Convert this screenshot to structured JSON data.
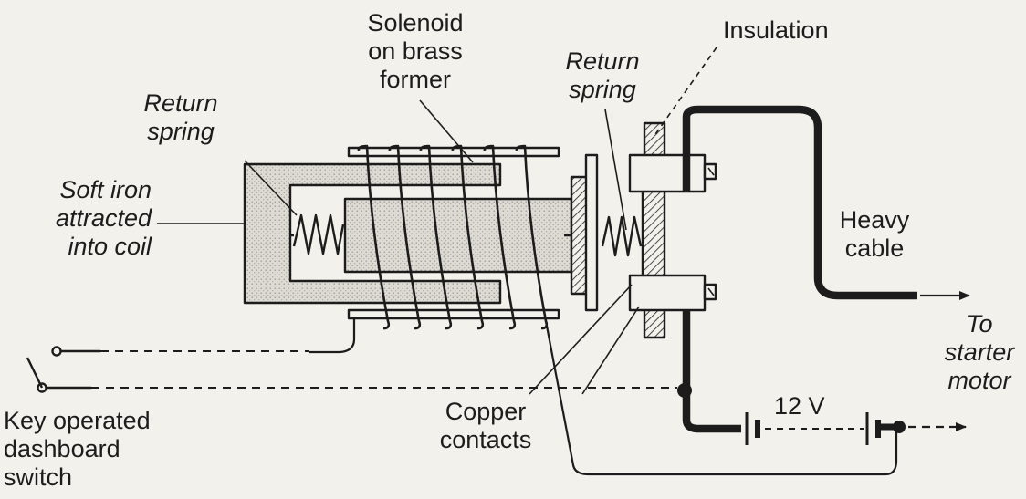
{
  "labels": {
    "soft_iron": [
      "Soft iron",
      "attracted",
      "into coil"
    ],
    "return_spring_left": [
      "Return",
      "spring"
    ],
    "solenoid": [
      "Solenoid",
      "on brass",
      "former"
    ],
    "return_spring_right": [
      "Return",
      "spring"
    ],
    "insulation": "Insulation",
    "heavy_cable": [
      "Heavy",
      "cable"
    ],
    "to_starter_motor": [
      "To",
      "starter",
      "motor"
    ],
    "battery_voltage": "12 V",
    "copper_contacts": [
      "Copper",
      "contacts"
    ],
    "key_switch": [
      "Key operated",
      "dashboard",
      "switch"
    ]
  },
  "colors": {
    "ink": "#1c1c1c",
    "paper": "#f3f1ec",
    "shading": "#d9d6cf"
  }
}
